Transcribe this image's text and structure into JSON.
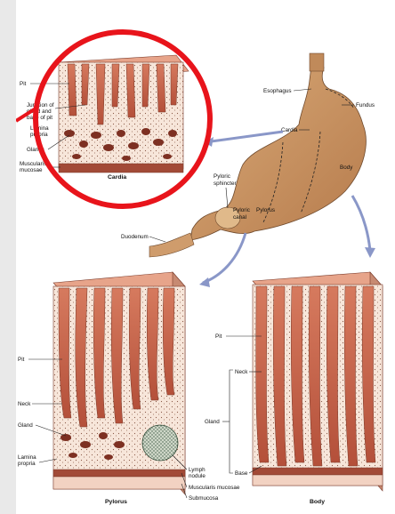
{
  "labels": {
    "cardia_block": {
      "pit": "Pit",
      "junction_line1": "Junction of",
      "junction_line2": "gland and",
      "junction_line3": "base of pit",
      "lamina_line1": "Lamina",
      "lamina_line2": "propria",
      "glands": "Glands",
      "muscularis_line1": "Muscularis",
      "muscularis_line2": "mucosae",
      "caption": "Cardia"
    },
    "stomach": {
      "esophagus": "Esophagus",
      "fundus": "Fundus",
      "cardia": "Cardia",
      "body": "Body",
      "pyloric_sphincter_line1": "Pyloric",
      "pyloric_sphincter_line2": "sphincter",
      "pyloric_canal_line1": "Pyloric",
      "pyloric_canal_line2": "canal",
      "pylorus": "Pylorus",
      "duodenum": "Duodenum"
    },
    "pylorus_block": {
      "pit": "Pit",
      "neck": "Neck",
      "gland": "Gland",
      "lamina_line1": "Lamina",
      "lamina_line2": "propria",
      "lymph_line1": "Lymph",
      "lymph_line2": "nodule",
      "muscularis_mucosae": "Muscularis mucosae",
      "submucosa": "Submucosa",
      "caption": "Pylorus"
    },
    "body_block": {
      "pit": "Pit",
      "neck": "Neck",
      "gland": "Gland",
      "base": "Base",
      "caption": "Body"
    }
  },
  "colors": {
    "highlight_circle": "#e8141b",
    "mucosa": "#c8664e",
    "mucosa_light": "#f1c7b3",
    "stomach_tan": "#c99463",
    "arrow_blue": "#8a97c8"
  }
}
